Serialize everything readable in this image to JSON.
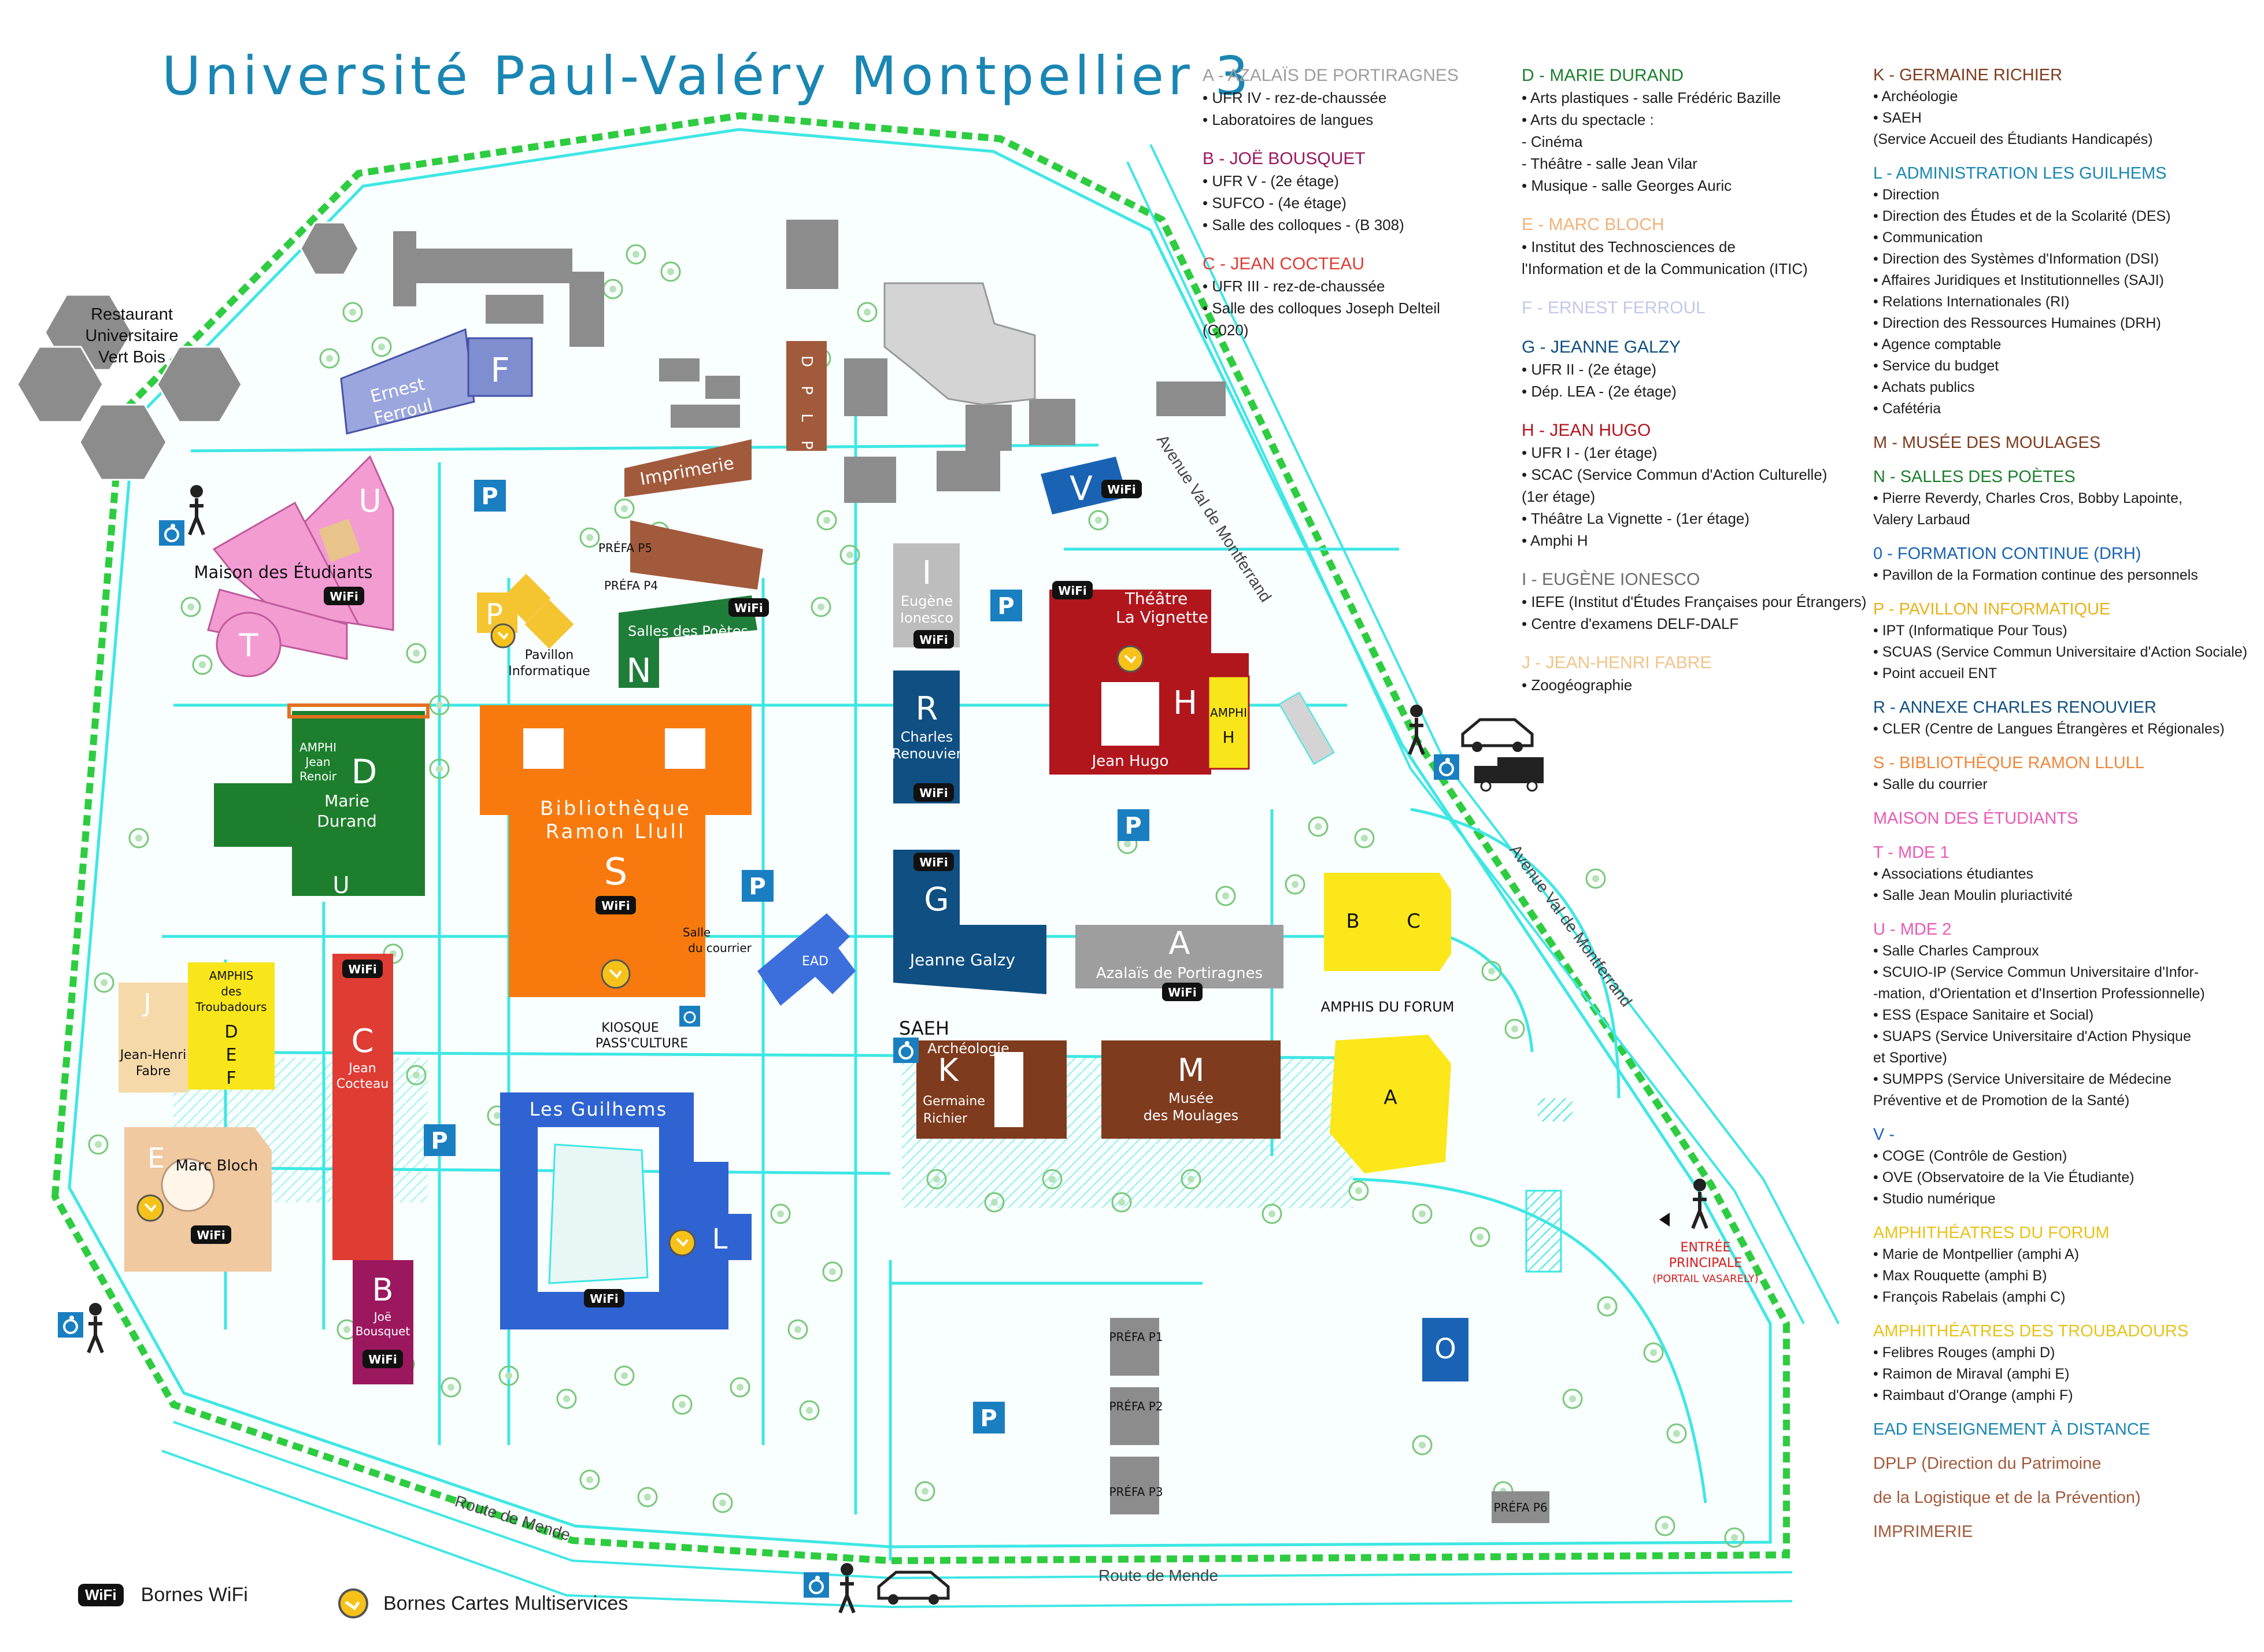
{
  "title": "Université Paul-Valéry Montpellier 3",
  "colors": {
    "path": "#3ee7e4",
    "green_edge": "#2ecc40",
    "tree": "#79c879",
    "gray": "#8c8c8c",
    "parking": "#1a7fc1"
  },
  "map": {
    "restaurant": [
      "Restaurant",
      "Universitaire",
      "Vert Bois"
    ],
    "buildings": {
      "F": {
        "letter": "F",
        "name": [
          "Ernest",
          "Ferroul"
        ],
        "color": "#9aa6dd"
      },
      "dplp": {
        "letter": "D P L P",
        "color": "#a25a3c"
      },
      "imprimerie": {
        "name": "Imprimerie",
        "color": "#a25a3c"
      },
      "V": {
        "letter": "V",
        "color": "#1a63b4"
      },
      "U": {
        "letter": "U",
        "color": "#f29cd2"
      },
      "T": {
        "letter": "T",
        "color": "#f29cd2"
      },
      "mde": {
        "name": "Maison des Étudiants"
      },
      "P": {
        "letter": "P",
        "name": [
          "Pavillon",
          "Informatique"
        ],
        "color": "#f5c431"
      },
      "N": {
        "letter": "N",
        "name": "Salles des Poètes",
        "color": "#1f7d3a"
      },
      "I": {
        "letter": "I",
        "name": [
          "Eugène",
          "Ionesco"
        ],
        "color": "#bdbdbd"
      },
      "H": {
        "letter": "H",
        "name": [
          "Théâtre",
          "La Vignette"
        ],
        "sub": "Jean Hugo",
        "color": "#b1161d"
      },
      "amphiH": {
        "name": [
          "AMPHI",
          "H"
        ],
        "color": "#f8e61a"
      },
      "D": {
        "letter": "D",
        "name": [
          "Marie",
          "Durand"
        ],
        "amphi": [
          "AMPHI",
          "Jean",
          "Renoir"
        ],
        "color": "#1d7f2d",
        "sub": "U"
      },
      "S": {
        "letter": "S",
        "name": [
          "Bibliothèque",
          "Ramon Llull"
        ],
        "color": "#f87a0e"
      },
      "courrier": [
        "Salle",
        "du courrier"
      ],
      "R": {
        "letter": "R",
        "name": [
          "Charles",
          "Renouvier"
        ],
        "color": "#0f4f82"
      },
      "G": {
        "letter": "G",
        "name": "Jeanne Galzy",
        "color": "#0f4f82"
      },
      "EAD": {
        "name": "EAD",
        "color": "#3d6fdc"
      },
      "A": {
        "letter": "A",
        "name": "Azalaïs de Portiragnes",
        "color": "#9e9e9e"
      },
      "forumBC": {
        "letters": [
          "B",
          "C"
        ],
        "name": "AMPHIS DU FORUM",
        "color": "#fbe71a"
      },
      "forumA": {
        "letter": "A",
        "color": "#fbe71a"
      },
      "K": {
        "letter": "K",
        "name": [
          "Germaine",
          "Richier"
        ],
        "top": "Archéologie",
        "color": "#7f3b1e"
      },
      "M": {
        "letter": "M",
        "name": [
          "Musée",
          "des Moulages"
        ],
        "color": "#7f3b1e"
      },
      "saeh": "SAEH",
      "kiosque": [
        "KIOSQUE",
        "PASS'CULTURE"
      ],
      "C": {
        "letter": "C",
        "name": [
          "Jean",
          "Cocteau"
        ],
        "color": "#df3c34"
      },
      "troubadours": {
        "name": [
          "AMPHIS",
          "des",
          "Troubadours"
        ],
        "letters": [
          "D",
          "E",
          "F"
        ],
        "color": "#f8e61a"
      },
      "J": {
        "letter": "J",
        "name": [
          "Jean-Henri",
          "Fabre"
        ],
        "color": "#f5d9a8"
      },
      "E": {
        "letter": "E",
        "name": "Marc Bloch",
        "color": "#f0c9a0"
      },
      "B": {
        "letter": "B",
        "name": [
          "Joë",
          "Bousquet"
        ],
        "color": "#9b175e"
      },
      "L": {
        "letter": "L",
        "name": "Les Guilhems",
        "color": "#2e63d1"
      },
      "O": {
        "letter": "O",
        "color": "#1a63b4"
      }
    },
    "prefas": [
      "PRÉFA P5",
      "PRÉFA P4",
      "PRÉFA P1",
      "PRÉFA P2",
      "PRÉFA P3",
      "PRÉFA P6"
    ],
    "parking_letter": "P",
    "wifi_label": "WiFi",
    "streets": {
      "avenue_top": "Avenue Val de Montferrand",
      "avenue_bottom": "Avenue Val de Montferrand",
      "route_left": "Route de Mende",
      "route_bottom": "Route de Mende"
    },
    "entrance": [
      "ENTRÉE",
      "PRINCIPALE",
      "(PORTAIL VASARELY)"
    ]
  },
  "legend": {
    "col1": [
      {
        "head": "A - AZALAÏS DE PORTIRAGNES",
        "color": "#9e9e9e",
        "lines": [
          "• UFR IV - rez-de-chaussée",
          "• Laboratoires de langues"
        ]
      },
      {
        "head": "B - JOË BOUSQUET",
        "color": "#9b175e",
        "lines": [
          "• UFR V - (2e étage)",
          "• SUFCO - (4e étage)",
          "• Salle des colloques - (B 308)"
        ]
      },
      {
        "head": "C - JEAN COCTEAU",
        "color": "#df3c34",
        "lines": [
          "• UFR III - rez-de-chaussée",
          "• Salle des colloques Joseph Delteil",
          "(C020)"
        ]
      }
    ],
    "col2": [
      {
        "head": "D - MARIE DURAND",
        "color": "#1d7f2d",
        "lines": [
          "• Arts plastiques - salle Frédéric Bazille",
          "• Arts du spectacle :",
          "- Cinéma",
          "- Théâtre - salle Jean Vilar",
          "• Musique - salle Georges Auric"
        ]
      },
      {
        "head": "E - MARC BLOCH",
        "color": "#f0b27a",
        "lines": [
          "• Institut des Technosciences de",
          "l'Information et de la Communication (ITIC)"
        ]
      },
      {
        "head": "F - ERNEST FERROUL",
        "color": "#c3c8ea",
        "lines": []
      },
      {
        "head": "G - JEANNE GALZY",
        "color": "#0f4f82",
        "lines": [
          "• UFR II - (2e étage)",
          "• Dép. LEA - (2e étage)"
        ]
      },
      {
        "head": "H - JEAN HUGO",
        "color": "#b1161d",
        "lines": [
          "• UFR I - (1er étage)",
          "• SCAC (Service Commun d'Action Culturelle)",
          "(1er étage)",
          "• Théâtre La Vignette - (1er étage)",
          "• Amphi H"
        ]
      },
      {
        "head": "I - EUGÈNE IONESCO",
        "color": "#6d6d6d",
        "lines": [
          "• IEFE (Institut d'Études Françaises pour Étrangers)",
          "• Centre d'examens DELF-DALF"
        ]
      },
      {
        "head": "J - JEAN-HENRI FABRE",
        "color": "#f0c58a",
        "lines": [
          "• Zoogéographie"
        ]
      }
    ],
    "col3": [
      {
        "head": "K - GERMAINE RICHIER",
        "color": "#7f3b1e",
        "lines": [
          "• Archéologie",
          "• SAEH",
          "(Service Accueil des Étudiants Handicapés)"
        ]
      },
      {
        "head": "L - ADMINISTRATION LES GUILHEMS",
        "color": "#1a86b3",
        "lines": [
          "• Direction",
          "• Direction des Études et de la Scolarité (DES)",
          "• Communication",
          "• Direction des Systèmes d'Information (DSI)",
          "• Affaires Juridiques et Institutionnelles (SAJI)",
          "• Relations Internationales (RI)",
          "• Direction des Ressources Humaines (DRH)",
          "• Agence comptable",
          "• Service du budget",
          "• Achats publics",
          "• Cafétéria"
        ]
      },
      {
        "head": "M - MUSÉE DES MOULAGES",
        "color": "#7f3b1e",
        "lines": []
      },
      {
        "head": "N - SALLES DES POÈTES",
        "color": "#1d7f2d",
        "lines": [
          "• Pierre Reverdy, Charles Cros, Bobby Lapointe,",
          "Valery Larbaud"
        ]
      },
      {
        "head": "0 - FORMATION CONTINUE (DRH)",
        "color": "#1a63b4",
        "lines": [
          "• Pavillon de la Formation continue des personnels"
        ]
      },
      {
        "head": "P - PAVILLON INFORMATIQUE",
        "color": "#e8b21a",
        "lines": [
          "• IPT (Informatique Pour Tous)",
          "• SCUAS (Service Commun Universitaire d'Action Sociale)",
          "• Point accueil ENT"
        ]
      },
      {
        "head": "R - ANNEXE CHARLES RENOUVIER",
        "color": "#0f4f82",
        "lines": [
          "• CLER (Centre de Langues Étrangères et Régionales)"
        ]
      },
      {
        "head": "S - BIBLIOTHÈQUE RAMON LLULL",
        "color": "#f0873a",
        "lines": [
          "• Salle du courrier"
        ]
      },
      {
        "head": "MAISON DES ÉTUDIANTS",
        "color": "#e85ab5",
        "lines": []
      },
      {
        "head": "T - MDE 1",
        "color": "#e85ab5",
        "lines": [
          "• Associations étudiantes",
          "• Salle Jean Moulin pluriactivité"
        ]
      },
      {
        "head": "U - MDE 2",
        "color": "#e85ab5",
        "lines": [
          "• Salle Charles Camproux",
          "• SCUIO-IP (Service Commun Universitaire d'Infor-",
          "-mation, d'Orientation et d'Insertion Professionnelle)",
          "• ESS (Espace Sanitaire et Social)",
          "• SUAPS (Service Universitaire d'Action Physique",
          "et Sportive)",
          "• SUMPPS (Service Universitaire de Médecine",
          "Préventive et de Promotion de la Santé)"
        ]
      },
      {
        "head": "V -",
        "color": "#1a63b4",
        "lines": [
          "• COGE (Contrôle de Gestion)",
          "• OVE (Observatoire de la Vie Étudiante)",
          "• Studio numérique"
        ]
      },
      {
        "head": "AMPHITHÉATRES DU FORUM",
        "color": "#e8c21a",
        "lines": [
          "• Marie de Montpellier (amphi A)",
          "• Max Rouquette (amphi B)",
          "• François Rabelais (amphi C)"
        ]
      },
      {
        "head": "AMPHITHÉATRES DES TROUBADOURS",
        "color": "#e8c21a",
        "lines": [
          "• Felibres Rouges (amphi D)",
          "• Raimon de Miraval (amphi E)",
          "• Raimbaut d'Orange (amphi F)"
        ]
      },
      {
        "head": "EAD ENSEIGNEMENT À DISTANCE",
        "color": "#1a86b3",
        "lines": []
      },
      {
        "head": "DPLP (Direction du Patrimoine",
        "color": "#a25a3c",
        "lines": []
      },
      {
        "head": "de la Logistique et de la Prévention)",
        "color": "#a25a3c",
        "lines": []
      },
      {
        "head": "IMPRIMERIE",
        "color": "#a25a3c",
        "lines": []
      }
    ],
    "bottom": {
      "wifi_badge": "WiFi",
      "wifi_label": "Bornes WiFi",
      "card_label": "Bornes Cartes Multiservices"
    }
  }
}
